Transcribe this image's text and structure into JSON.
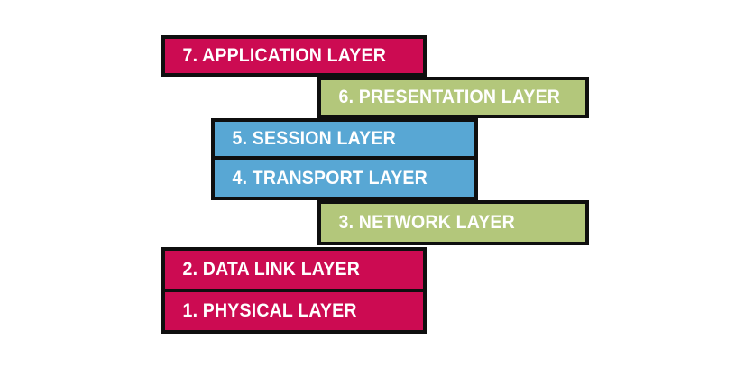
{
  "diagram": {
    "kind": "osi-model-stack",
    "colors": {
      "crimson": "#cc0b52",
      "green": "#b3c77b",
      "blue": "#58a7d4",
      "border": "#0f0f0f",
      "text": "#ffffff",
      "background": "#ffffff"
    },
    "layers": [
      {
        "label": "7. APPLICATION LAYER",
        "color": "#cc0b52"
      },
      {
        "label": "6. PRESENTATION LAYER",
        "color": "#b3c77b"
      },
      {
        "label": "5. SESSION LAYER",
        "color": "#58a7d4"
      },
      {
        "label": "4. TRANSPORT LAYER",
        "color": "#58a7d4"
      },
      {
        "label": "3. NETWORK LAYER",
        "color": "#b3c77b"
      },
      {
        "label": "2. DATA LINK LAYER",
        "color": "#cc0b52"
      },
      {
        "label": "1. PHYSICAL LAYER",
        "color": "#cc0b52"
      }
    ]
  }
}
